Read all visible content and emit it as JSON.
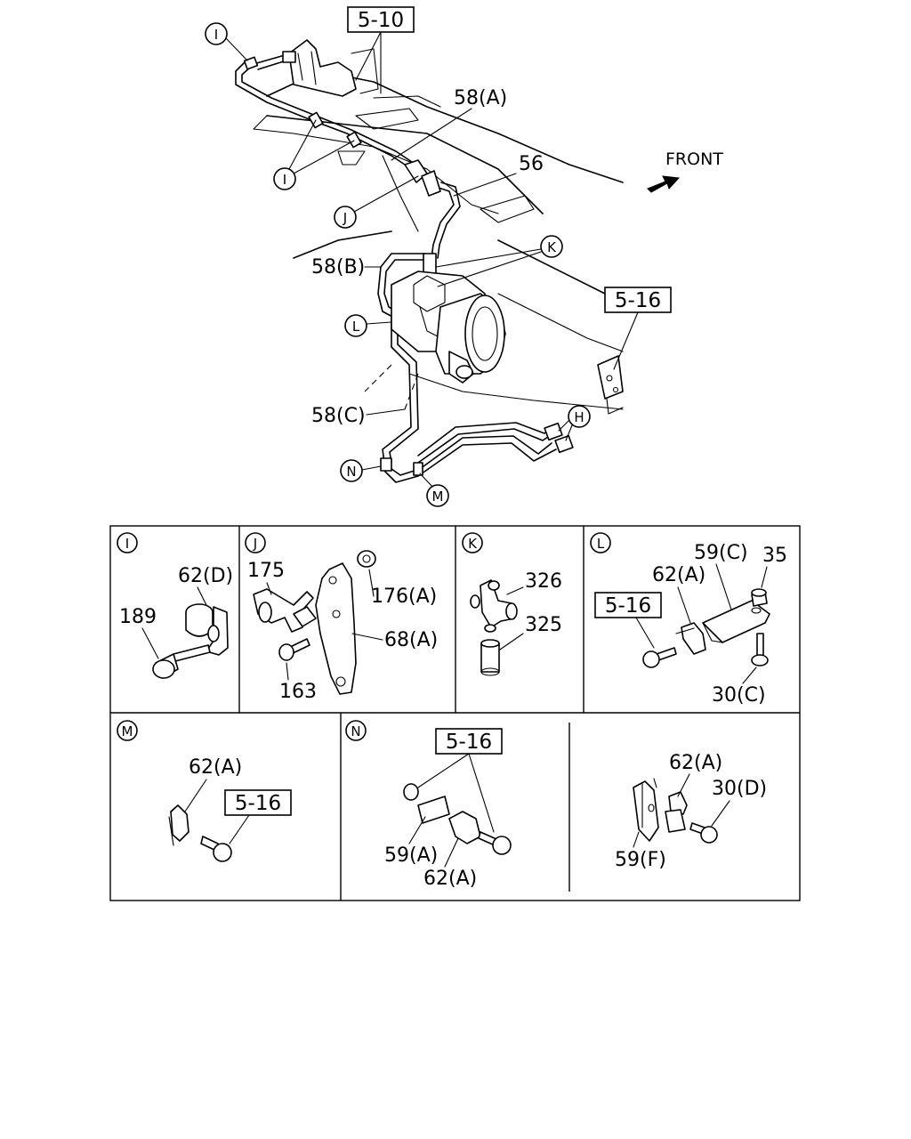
{
  "labels": {
    "ref_5_10": "5-10",
    "ref_5_16": "5-16",
    "front": "FRONT",
    "p58a": "58(A)",
    "p56": "56",
    "p58b": "58(B)",
    "p58c": "58(C)",
    "p62d": "62(D)",
    "p189": "189",
    "p175": "175",
    "p176a": "176(A)",
    "p68a": "68(A)",
    "p163": "163",
    "p326": "326",
    "p325": "325",
    "p59c": "59(C)",
    "p35": "35",
    "p62a": "62(A)",
    "p30c": "30(C)",
    "p59a": "59(A)",
    "p30d": "30(D)",
    "p59f": "59(F)"
  },
  "callouts": {
    "I": "I",
    "J": "J",
    "K": "K",
    "L": "L",
    "M": "M",
    "N": "N",
    "H": "H"
  }
}
